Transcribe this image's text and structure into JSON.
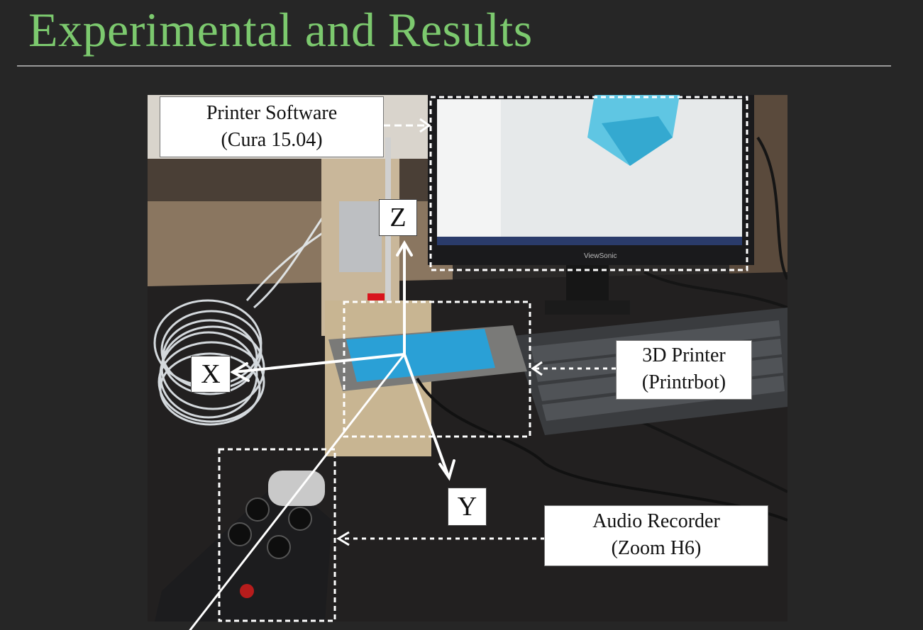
{
  "slide": {
    "title": "Experimental and Results"
  },
  "labels": {
    "software_line1": "Printer Software",
    "software_line2": "(Cura 15.04)",
    "printer_line1": "3D Printer",
    "printer_line2": "(Printrbot)",
    "recorder_line1": "Audio Recorder",
    "recorder_line2": "(Zoom H6)"
  },
  "axes": {
    "x": "X",
    "y": "Y",
    "z": "Z"
  },
  "monitor_brand": "ViewSonic",
  "colors": {
    "title": "#7cc96e",
    "background": "#262626",
    "print_bed": "#2aa0d6"
  }
}
